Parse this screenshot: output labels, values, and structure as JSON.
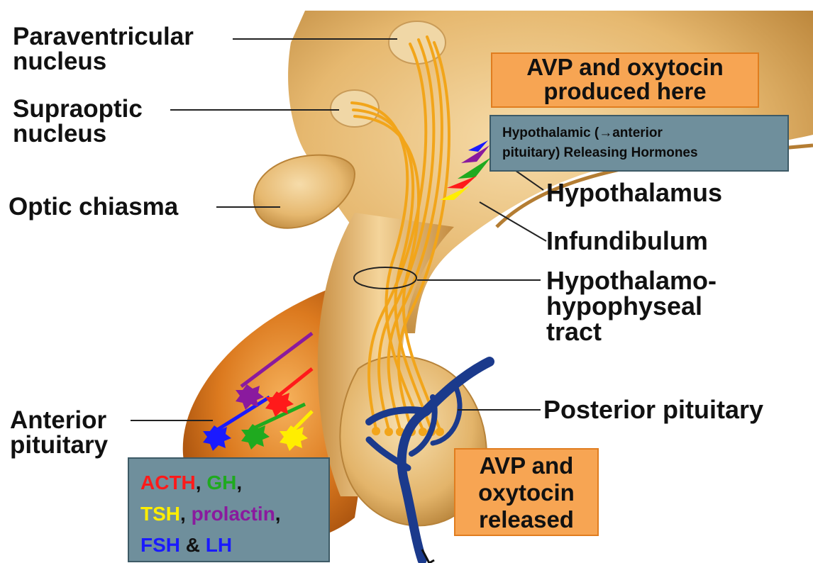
{
  "labels": {
    "paraventricular": [
      "Paraventricular",
      "nucleus"
    ],
    "supraoptic": [
      "Supraoptic",
      "nucleus"
    ],
    "optic_chiasma": "Optic chiasma",
    "anterior_pituitary": [
      "Anterior",
      "pituitary"
    ],
    "hypothalamus": "Hypothalamus",
    "infundibulum": "Infundibulum",
    "tract": [
      "Hypothalamo-",
      "hypophyseal",
      "tract"
    ],
    "posterior_pituitary": "Posterior pituitary"
  },
  "boxes": {
    "produced": [
      "AVP and oxytocin",
      "produced here"
    ],
    "releasing": [
      "Hypothalamic (→anterior",
      "pituitary) Releasing Hormones"
    ],
    "released": [
      "AVP and",
      "oxytocin",
      "released"
    ],
    "hormones": {
      "acth": "ACTH",
      "gh": "GH",
      "tsh": "TSH",
      "prolactin": "prolactin",
      "fsh": "FSH",
      "amp": "&",
      "lh": "LH",
      "comma": ","
    }
  },
  "colors": {
    "tissue": "#e8bd7a",
    "anterior_tissue": "#d8761f",
    "neuron": "#f2a51a",
    "vessel": "#1b3a8c",
    "acth": "#ff1a1a",
    "gh": "#1faa1f",
    "tsh": "#ffee00",
    "prolactin": "#8a1a9e",
    "fsh_lh": "#1a1aff"
  }
}
